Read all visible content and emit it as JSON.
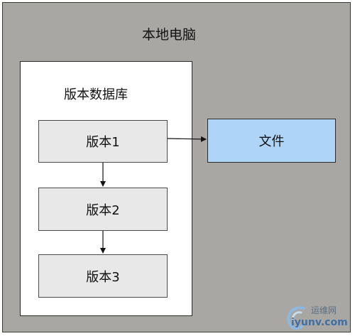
{
  "computer": {
    "label": "本地电脑"
  },
  "database": {
    "label": "版本数据库"
  },
  "versions": [
    {
      "label": "版本1"
    },
    {
      "label": "版本2"
    },
    {
      "label": "版本3"
    }
  ],
  "file": {
    "label": "文件"
  },
  "watermark": {
    "line1": "运维网",
    "line2": "iyunv.com"
  },
  "colors": {
    "outer_fill": "#a9a7a4",
    "box_fill": "#e8e8e8",
    "file_fill": "#aed4f7"
  }
}
